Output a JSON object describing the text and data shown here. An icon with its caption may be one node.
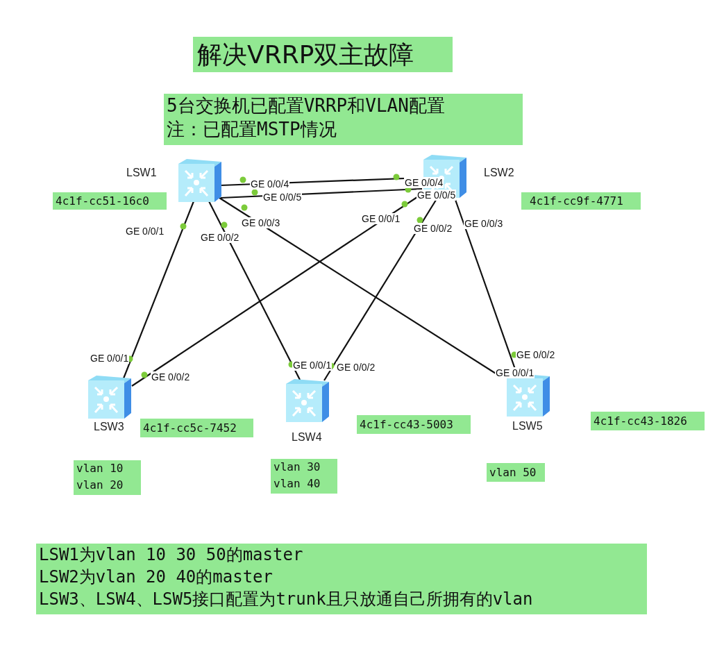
{
  "diagram": {
    "title": "解决VRRP双主故障",
    "nodes": [
      {
        "text": [
          "5台交换机已配置VRRP和VLAN配置",
          "注：已配置MSTP情况"
        ]
      },
      {
        "text": [
          "LSW1"
        ]
      },
      {
        "text": [
          "4c1f-cc51-16c0"
        ]
      },
      {
        "text": [
          "LSW2"
        ]
      },
      {
        "text": [
          "4c1f-cc9f-4771"
        ]
      },
      {
        "text": [
          "LSW3"
        ]
      },
      {
        "text": [
          "4c1f-cc5c-7452"
        ]
      },
      {
        "text": [
          "LSW4"
        ]
      },
      {
        "text": [
          "4c1f-cc43-5003"
        ]
      },
      {
        "text": [
          "LSW5"
        ]
      },
      {
        "text": [
          "4c1f-cc43-1826"
        ]
      },
      {
        "text": [
          "vlan 10",
          "vlan 20"
        ]
      },
      {
        "text": [
          "vlan 30",
          "vlan 40"
        ]
      },
      {
        "text": [
          "vlan 50"
        ]
      },
      {
        "text": [
          "LSW1为vlan 10 30 50的master",
          "LSW2为vlan 20 40的master",
          "LSW3、LSW4、LSW5接口配置为trunk且只放通自己所拥有的vlan"
        ]
      }
    ],
    "edges": [
      {
        "from": 1,
        "to": 3,
        "arrow": "none"
      },
      {
        "from": 1,
        "to": 3,
        "arrow": "none"
      },
      {
        "from": 1,
        "to": 5,
        "arrow": "none"
      },
      {
        "from": 1,
        "to": 7,
        "arrow": "none"
      },
      {
        "from": 1,
        "to": 9,
        "arrow": "none"
      },
      {
        "from": 3,
        "to": 5,
        "arrow": "none"
      },
      {
        "from": 3,
        "to": 7,
        "arrow": "none"
      },
      {
        "from": 3,
        "to": 9,
        "arrow": "none"
      }
    ],
    "labels": [
      "GE 0/0/4",
      "GE 0/0/4",
      "GE 0/0/5",
      "GE 0/0/5",
      "GE 0/0/1",
      "GE 0/0/2",
      "GE 0/0/3",
      "GE 0/0/1",
      "GE 0/0/2",
      "GE 0/0/3",
      "GE 0/0/1",
      "GE 0/0/2",
      "GE 0/0/1",
      "GE 0/0/2",
      "GE 0/0/2",
      "GE 0/0/1"
    ]
  }
}
